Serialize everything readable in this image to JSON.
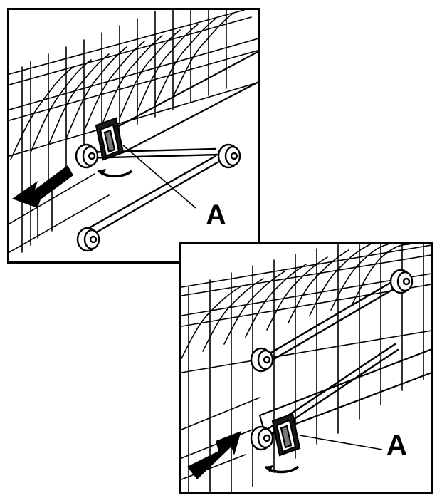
{
  "figure": {
    "panels": [
      {
        "id": "remove",
        "callout": {
          "text": "A"
        },
        "arrow": {
          "direction": "left",
          "icon": "pull-out-arrow-icon"
        },
        "rotation": {
          "icon": "rotate-arrow-icon"
        }
      },
      {
        "id": "insert",
        "callout": {
          "text": "A"
        },
        "arrow": {
          "direction": "right",
          "icon": "push-in-arrow-icon"
        },
        "rotation": {
          "icon": "rotate-arrow-icon"
        }
      }
    ]
  },
  "colors": {
    "line": "#000000",
    "background": "#ffffff"
  }
}
